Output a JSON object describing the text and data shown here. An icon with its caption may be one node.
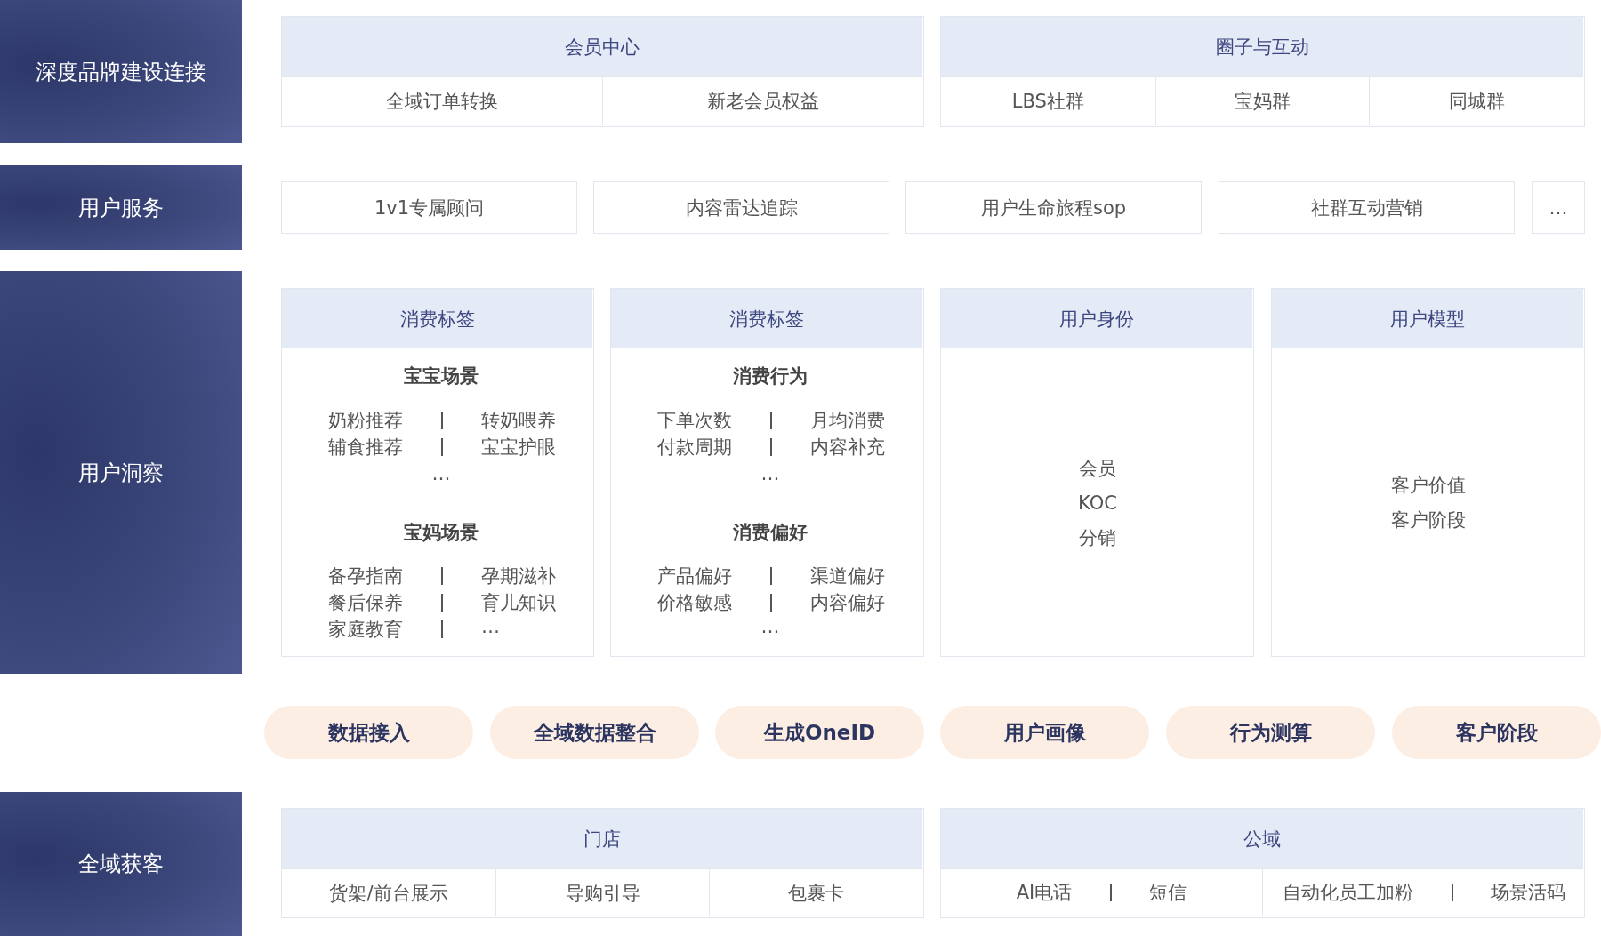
{
  "diagram": {
    "nodes": [
      {
        "text": [
          "深度品牌建设连接"
        ]
      },
      {
        "text": [
          "会员中心"
        ]
      },
      {
        "text": [
          "全域订单转换"
        ],
        "in": 1
      },
      {
        "text": [
          "新老会员权益"
        ],
        "in": 1
      },
      {
        "text": [
          "圈子与互动"
        ]
      },
      {
        "text": [
          "LBS社群"
        ],
        "in": 4
      },
      {
        "text": [
          "宝妈群"
        ],
        "in": 4
      },
      {
        "text": [
          "同城群"
        ],
        "in": 4
      },
      {
        "text": [
          "用户服务"
        ]
      },
      {
        "text": [
          "1v1专属顾问"
        ]
      },
      {
        "text": [
          "内容雷达追踪"
        ]
      },
      {
        "text": [
          "用户生命旅程sop"
        ]
      },
      {
        "text": [
          "社群互动营销"
        ]
      },
      {
        "text": [
          "…"
        ]
      },
      {
        "text": [
          "用户洞察"
        ]
      },
      {
        "text": [
          "消费标签",
          "宝宝场景",
          "奶粉推荐",
          "转奶喂养",
          "辅食推荐",
          "宝宝护眼",
          "…",
          "宝妈场景",
          "备孕指南",
          "孕期滋补",
          "餐后保养",
          "育儿知识",
          "家庭教育",
          "…"
        ]
      },
      {
        "text": [
          "消费标签",
          "消费行为",
          "下单次数",
          "月均消费",
          "付款周期",
          "内容补充",
          "…",
          "消费偏好",
          "产品偏好",
          "渠道偏好",
          "价格敏感",
          "内容偏好",
          "…"
        ]
      },
      {
        "text": [
          "用户身份",
          "会员",
          "KOC",
          "分销"
        ]
      },
      {
        "text": [
          "用户模型",
          "客户价值",
          "客户阶段"
        ]
      },
      {
        "text": [
          "数据接入"
        ]
      },
      {
        "text": [
          "全域数据整合"
        ]
      },
      {
        "text": [
          "生成OneID"
        ]
      },
      {
        "text": [
          "用户画像"
        ]
      },
      {
        "text": [
          "行为测算"
        ]
      },
      {
        "text": [
          "客户阶段"
        ]
      },
      {
        "text": [
          "全域获客"
        ]
      },
      {
        "text": [
          "门店"
        ]
      },
      {
        "text": [
          "货架/前台展示"
        ],
        "in": 26
      },
      {
        "text": [
          "导购引导"
        ],
        "in": 26
      },
      {
        "text": [
          "包裹卡"
        ],
        "in": 26
      },
      {
        "text": [
          "公域"
        ]
      },
      {
        "text": [
          "AI电话",
          "短信"
        ],
        "in": 30
      },
      {
        "text": [
          "自动化员工加粉",
          "场景活码"
        ],
        "in": 30
      }
    ]
  }
}
